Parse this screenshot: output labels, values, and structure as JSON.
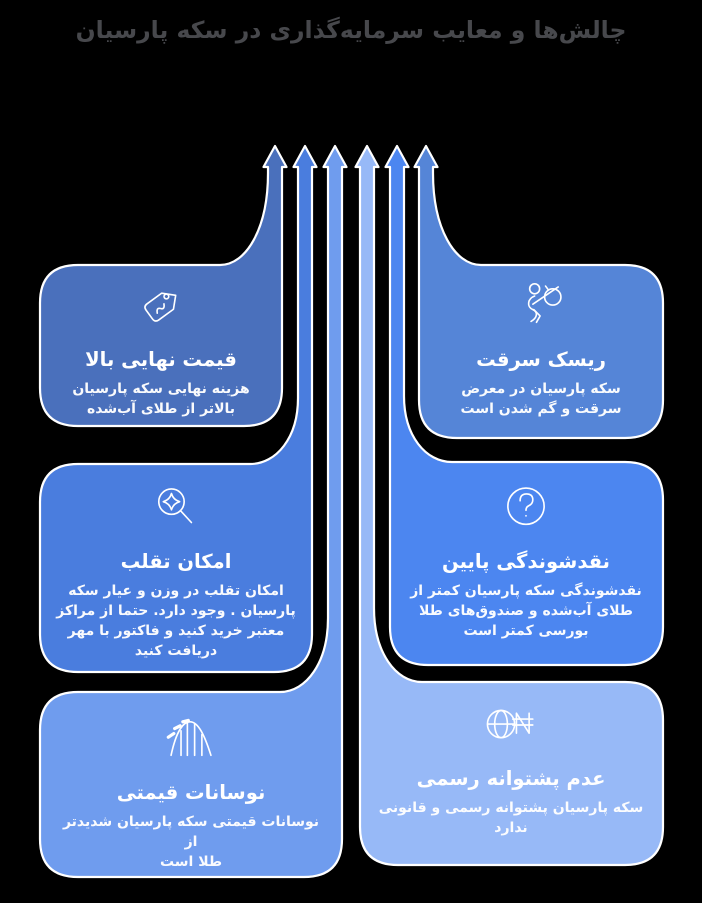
{
  "title": "چالش‌ها و معایب سرمایه‌گذاری در سکه پارسیان",
  "colors": {
    "background": "#000000",
    "title_text": "#47484c",
    "outline": "#ffffff",
    "card_top_left": "#4a70bc",
    "card_middle_left": "#4a7dde",
    "card_bottom_left": "#6f9cee",
    "card_bottom_right": "#97b9f7",
    "card_middle_right": "#4c86f0",
    "card_top_right": "#5585d7"
  },
  "cards": [
    {
      "id": "high-final-price",
      "icon": "price-tag-icon",
      "color": "#4a70bc",
      "title": "قیمت نهایی بالا",
      "body": "هزینه نهایی سکه پارسیان\nبالاتر از طلای آب‌شده"
    },
    {
      "id": "theft-risk",
      "icon": "thief-icon",
      "color": "#5585d7",
      "title": "ریسک سرقت",
      "body": "سکه پارسیان در معرض\nسرقت و گم شدن است"
    },
    {
      "id": "fraud-possibility",
      "icon": "magnifier-sparkle-icon",
      "color": "#4a7dde",
      "title": "امکان تقلب",
      "body": "امکان تقلب در وزن و عیار سکه\nپارسیان . وجود دارد. حتما از مراکز\nمعتبر خرید کنید و فاکتور با مهر\nدریافت کنید"
    },
    {
      "id": "low-liquidity",
      "icon": "question-mark-icon",
      "color": "#4c86f0",
      "title": "نقدشوندگی پایین",
      "body": "نقدشوندگی سکه پارسیان کمتر از\nطلای آب‌شده و صندوق‌های طلا\nبورسی کمتر است"
    },
    {
      "id": "price-volatility",
      "icon": "roller-coaster-icon",
      "color": "#6f9cee",
      "title": "نوسانات قیمتی",
      "body": "نوسانات قیمتی سکه پارسیان شدیدتر از\nطلا است"
    },
    {
      "id": "no-official-backing",
      "icon": "globe-currency-icon",
      "color": "#97b9f7",
      "title": "عدم پشتوانه رسمی",
      "body": "سکه پارسیان پشتوانه رسمی و قانونی\nندارد"
    }
  ]
}
